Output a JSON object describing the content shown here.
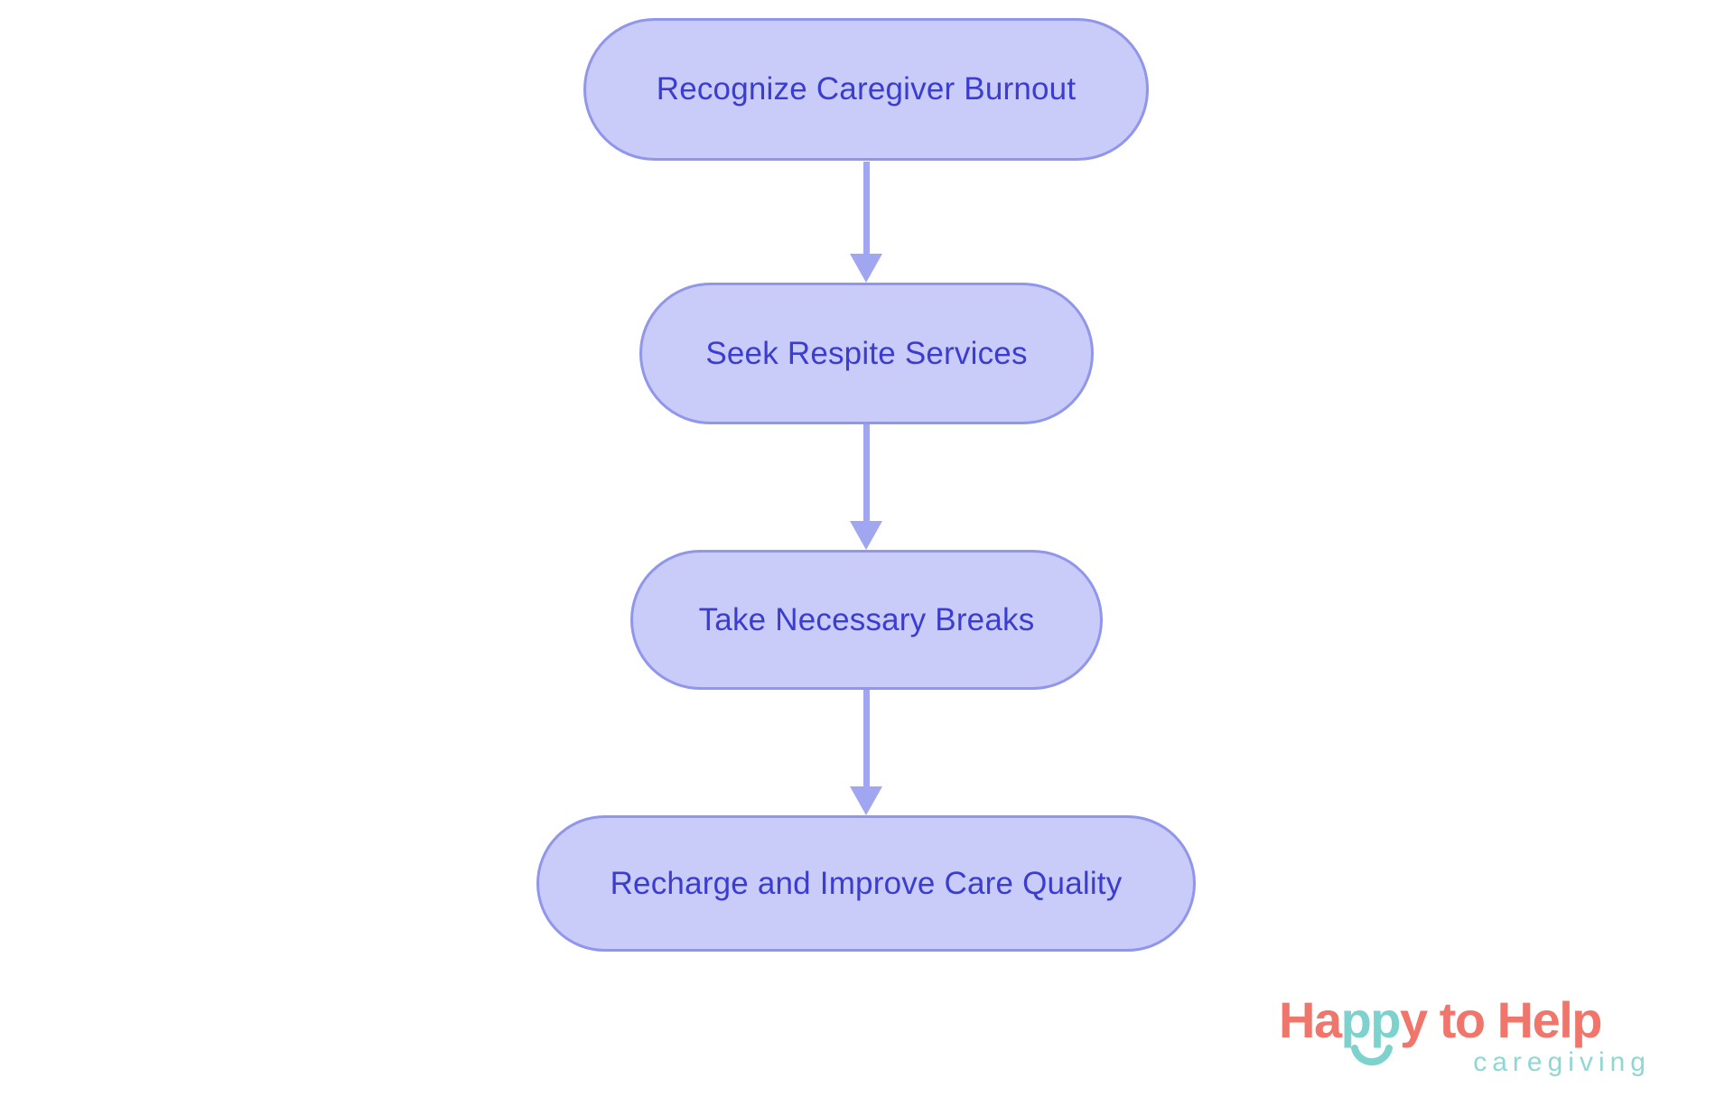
{
  "diagram": {
    "type": "flowchart",
    "direction": "top-down",
    "nodes": [
      {
        "id": "recognize-burnout",
        "label": "Recognize Caregiver Burnout"
      },
      {
        "id": "seek-respite",
        "label": "Seek Respite Services"
      },
      {
        "id": "take-breaks",
        "label": "Take Necessary Breaks"
      },
      {
        "id": "recharge",
        "label": "Recharge and Improve Care Quality"
      }
    ],
    "edges": [
      {
        "from": "recognize-burnout",
        "to": "seek-respite"
      },
      {
        "from": "seek-respite",
        "to": "take-breaks"
      },
      {
        "from": "take-breaks",
        "to": "recharge"
      }
    ]
  },
  "logo": {
    "brand_segments": [
      {
        "text": "Ha",
        "color_role": "coral"
      },
      {
        "text": "pp",
        "color_role": "teal"
      },
      {
        "text": "y to Help",
        "color_role": "coral"
      }
    ],
    "tagline": "caregiving",
    "icon": "smile-arc"
  },
  "colors": {
    "node_fill": "#C9CBF8",
    "node_border": "#8F96EB",
    "node_text": "#3B3DD1",
    "arrow": "#A0A7F0",
    "logo_coral": "#F0756B",
    "logo_teal": "#7DD2CE",
    "logo_tagline_teal": "#8FD7D3",
    "background": "#FFFFFF"
  }
}
